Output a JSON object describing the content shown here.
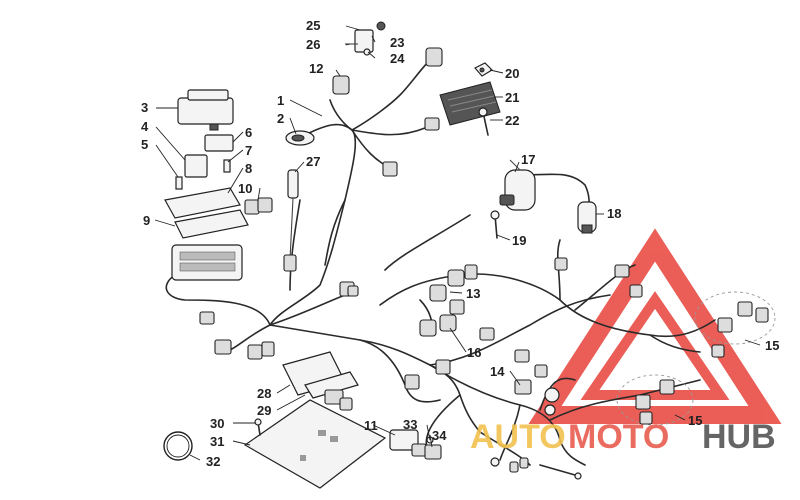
{
  "callouts": [
    {
      "id": "1",
      "text": "1"
    },
    {
      "id": "2",
      "text": "2"
    },
    {
      "id": "3",
      "text": "3"
    },
    {
      "id": "4",
      "text": "4"
    },
    {
      "id": "5",
      "text": "5"
    },
    {
      "id": "6",
      "text": "6"
    },
    {
      "id": "7",
      "text": "7"
    },
    {
      "id": "8",
      "text": "8"
    },
    {
      "id": "9",
      "text": "9"
    },
    {
      "id": "10",
      "text": "10"
    },
    {
      "id": "11",
      "text": "11"
    },
    {
      "id": "12",
      "text": "12"
    },
    {
      "id": "13",
      "text": "13"
    },
    {
      "id": "14",
      "text": "14"
    },
    {
      "id": "15a",
      "text": "15"
    },
    {
      "id": "15b",
      "text": "15"
    },
    {
      "id": "16",
      "text": "16"
    },
    {
      "id": "17",
      "text": "17"
    },
    {
      "id": "18",
      "text": "18"
    },
    {
      "id": "19",
      "text": "19"
    },
    {
      "id": "20",
      "text": "20"
    },
    {
      "id": "21",
      "text": "21"
    },
    {
      "id": "22",
      "text": "22"
    },
    {
      "id": "23",
      "text": "23"
    },
    {
      "id": "24",
      "text": "24"
    },
    {
      "id": "25",
      "text": "25"
    },
    {
      "id": "26",
      "text": "26"
    },
    {
      "id": "27",
      "text": "27"
    },
    {
      "id": "28",
      "text": "28"
    },
    {
      "id": "29",
      "text": "29"
    },
    {
      "id": "30",
      "text": "30"
    },
    {
      "id": "31",
      "text": "31"
    },
    {
      "id": "32",
      "text": "32"
    },
    {
      "id": "33",
      "text": "33"
    },
    {
      "id": "34",
      "text": "34"
    }
  ],
  "watermark": {
    "word_auto": "AUTO",
    "word_moto": "MOTO",
    "word_hub": "HUB",
    "colors": {
      "auto": "#f2c14e",
      "moto": "#e85d4f",
      "hub": "#555555",
      "triangle": "#e8433a"
    }
  }
}
